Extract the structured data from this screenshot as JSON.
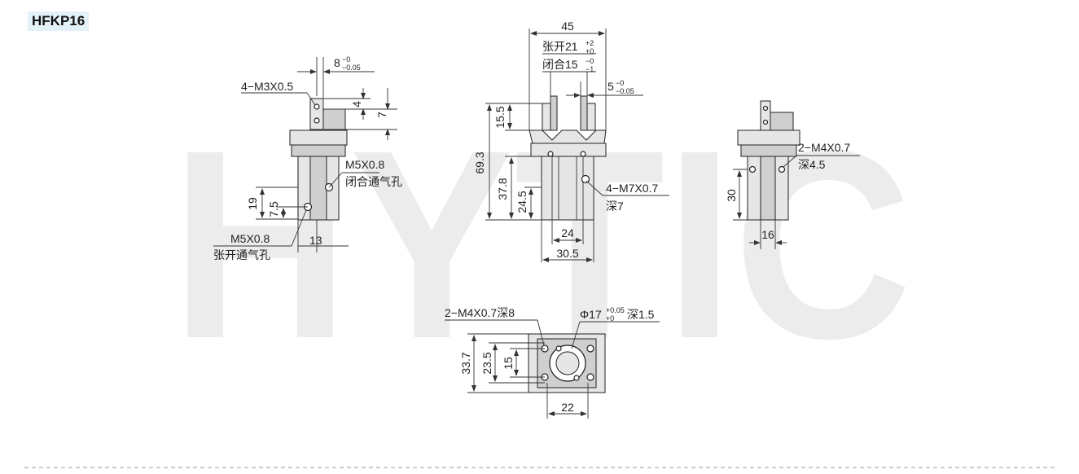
{
  "model": "HFKP16",
  "watermark": "HYTIC",
  "side_view": {
    "dim_top": "8",
    "dim_top_tol_upper": "−0",
    "dim_top_tol_lower": "−0.05",
    "thread_top": "4−M3X0.5",
    "dim_4": "4",
    "dim_7": "7",
    "port_close_thread": "M5X0.8",
    "port_close_label": "闭合通气孔",
    "dim_19": "19",
    "dim_7_5": "7.5",
    "port_open_thread": "M5X0.8",
    "port_open_label": "张开通气孔",
    "dim_13": "13"
  },
  "front_view": {
    "dim_45": "45",
    "open_label": "张开21",
    "open_tol_upper": "+2",
    "open_tol_lower": "+0",
    "close_label": "闭合15",
    "close_tol_upper": "−0",
    "close_tol_lower": "−1",
    "dim_5": "5",
    "dim_5_tol_upper": "−0",
    "dim_5_tol_lower": "−0.05",
    "dim_15_5": "15.5",
    "dim_69_3": "69.3",
    "dim_37_8": "37.8",
    "dim_24_5": "24.5",
    "thread": "4−M7X0.7",
    "depth": "深7",
    "dim_24": "24",
    "dim_30_5": "30.5"
  },
  "right_view": {
    "thread": "2−M4X0.7",
    "depth": "深4.5",
    "dim_30": "30",
    "dim_16": "16"
  },
  "bottom_view": {
    "thread": "2−M4X0.7深8",
    "bore": "Φ17",
    "bore_tol_upper": "+0.05",
    "bore_tol_lower": "+0",
    "bore_depth": "深1.5",
    "dim_33_7": "33.7",
    "dim_23_5": "23.5",
    "dim_15": "15",
    "dim_22": "22"
  }
}
